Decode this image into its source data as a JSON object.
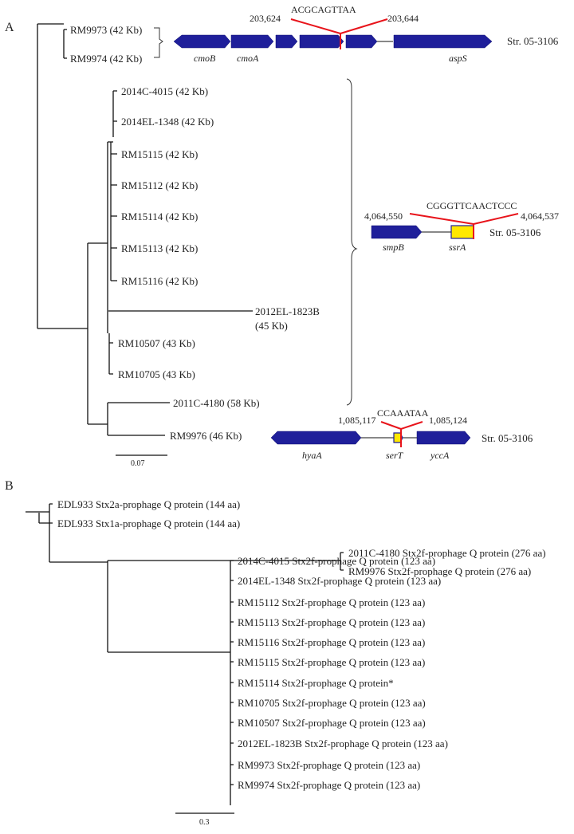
{
  "panelA": {
    "label": "A",
    "scale_bar": "0.07",
    "taxa": [
      "RM9973 (42 Kb)",
      "RM9974 (42 Kb)",
      "2014C-4015 (42 Kb)",
      "2014EL-1348 (42 Kb)",
      "RM15115 (42 Kb)",
      "RM15112 (42 Kb)",
      "RM15114 (42 Kb)",
      "RM15113 (42 Kb)",
      "RM15116 (42 Kb)",
      "2012EL-1823B",
      "(45 Kb)",
      "RM10507 (43 Kb)",
      "RM10705 (43 Kb)",
      "2011C-4180 (58 Kb)",
      "RM9976 (46 Kb)"
    ],
    "insertion1": {
      "seq": "ACGCAGTTAA",
      "left": "203,624",
      "right": "203,644",
      "strain": "Str. 05-3106",
      "genes": [
        "cmoB",
        "cmoA",
        "aspS"
      ]
    },
    "insertion2": {
      "seq": "CGGGTTCAACTCCC",
      "left": "4,064,550",
      "right": "4,064,537",
      "strain": "Str. 05-3106",
      "genes": [
        "smpB",
        "ssrA"
      ]
    },
    "insertion3": {
      "seq": "CCAAATAA",
      "left": "1,085,117",
      "right": "1,085,124",
      "strain": "Str. 05-3106",
      "genes": [
        "hyaA",
        "serT",
        "yccA"
      ]
    }
  },
  "panelB": {
    "label": "B",
    "scale_bar": "0.3",
    "taxa": [
      "EDL933 Stx2a-prophage Q protein (144 aa)",
      "EDL933 Stx1a-prophage Q protein (144 aa)",
      "2011C-4180 Stx2f-prophage Q protein (276 aa)",
      "RM9976 Stx2f-prophage Q protein (276 aa)",
      "2014C-4015 Stx2f-prophage Q protein (123 aa)",
      "2014EL-1348 Stx2f-prophage Q protein (123 aa)",
      "RM15112 Stx2f-prophage Q protein (123 aa)",
      "RM15113 Stx2f-prophage Q protein (123 aa)",
      "RM15116 Stx2f-prophage Q protein (123 aa)",
      "RM15115 Stx2f-prophage Q protein (123 aa)",
      "RM15114 Stx2f-prophage Q protein*",
      "RM10705 Stx2f-prophage Q protein (123 aa)",
      "RM10507 Stx2f-prophage Q protein (123 aa)",
      "2012EL-1823B Stx2f-prophage Q protein (123 aa)",
      "RM9973 Stx2f-prophage Q protein (123 aa)",
      "RM9974 Stx2f-prophage Q protein (123 aa)"
    ]
  }
}
